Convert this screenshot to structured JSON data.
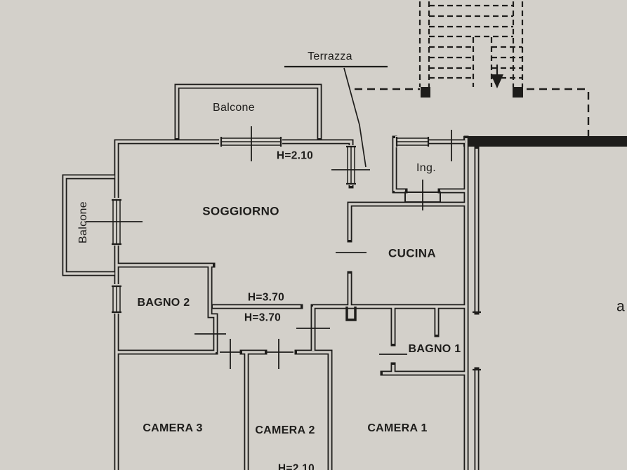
{
  "plan": {
    "rooms": {
      "terrazza": "Terrazza",
      "balcone_top": "Balcone",
      "balcone_left": "Balcone",
      "soggiorno": "SOGGIORNO",
      "ingresso": "Ing.",
      "cucina": "CUCINA",
      "bagno2": "BAGNO 2",
      "bagno1": "BAGNO 1",
      "camera3": "CAMERA 3",
      "camera2": "CAMERA 2",
      "camera1": "CAMERA 1"
    },
    "heights": {
      "terrace_door": "H=2.10",
      "corridor_upper": "H=3.70",
      "corridor_lower": "H=3.70",
      "camera2_bottom": "H=2.10"
    },
    "edge_text_partial": "a",
    "colors": {
      "paper": "#d3d0ca",
      "ink": "#1e1d1b"
    }
  }
}
